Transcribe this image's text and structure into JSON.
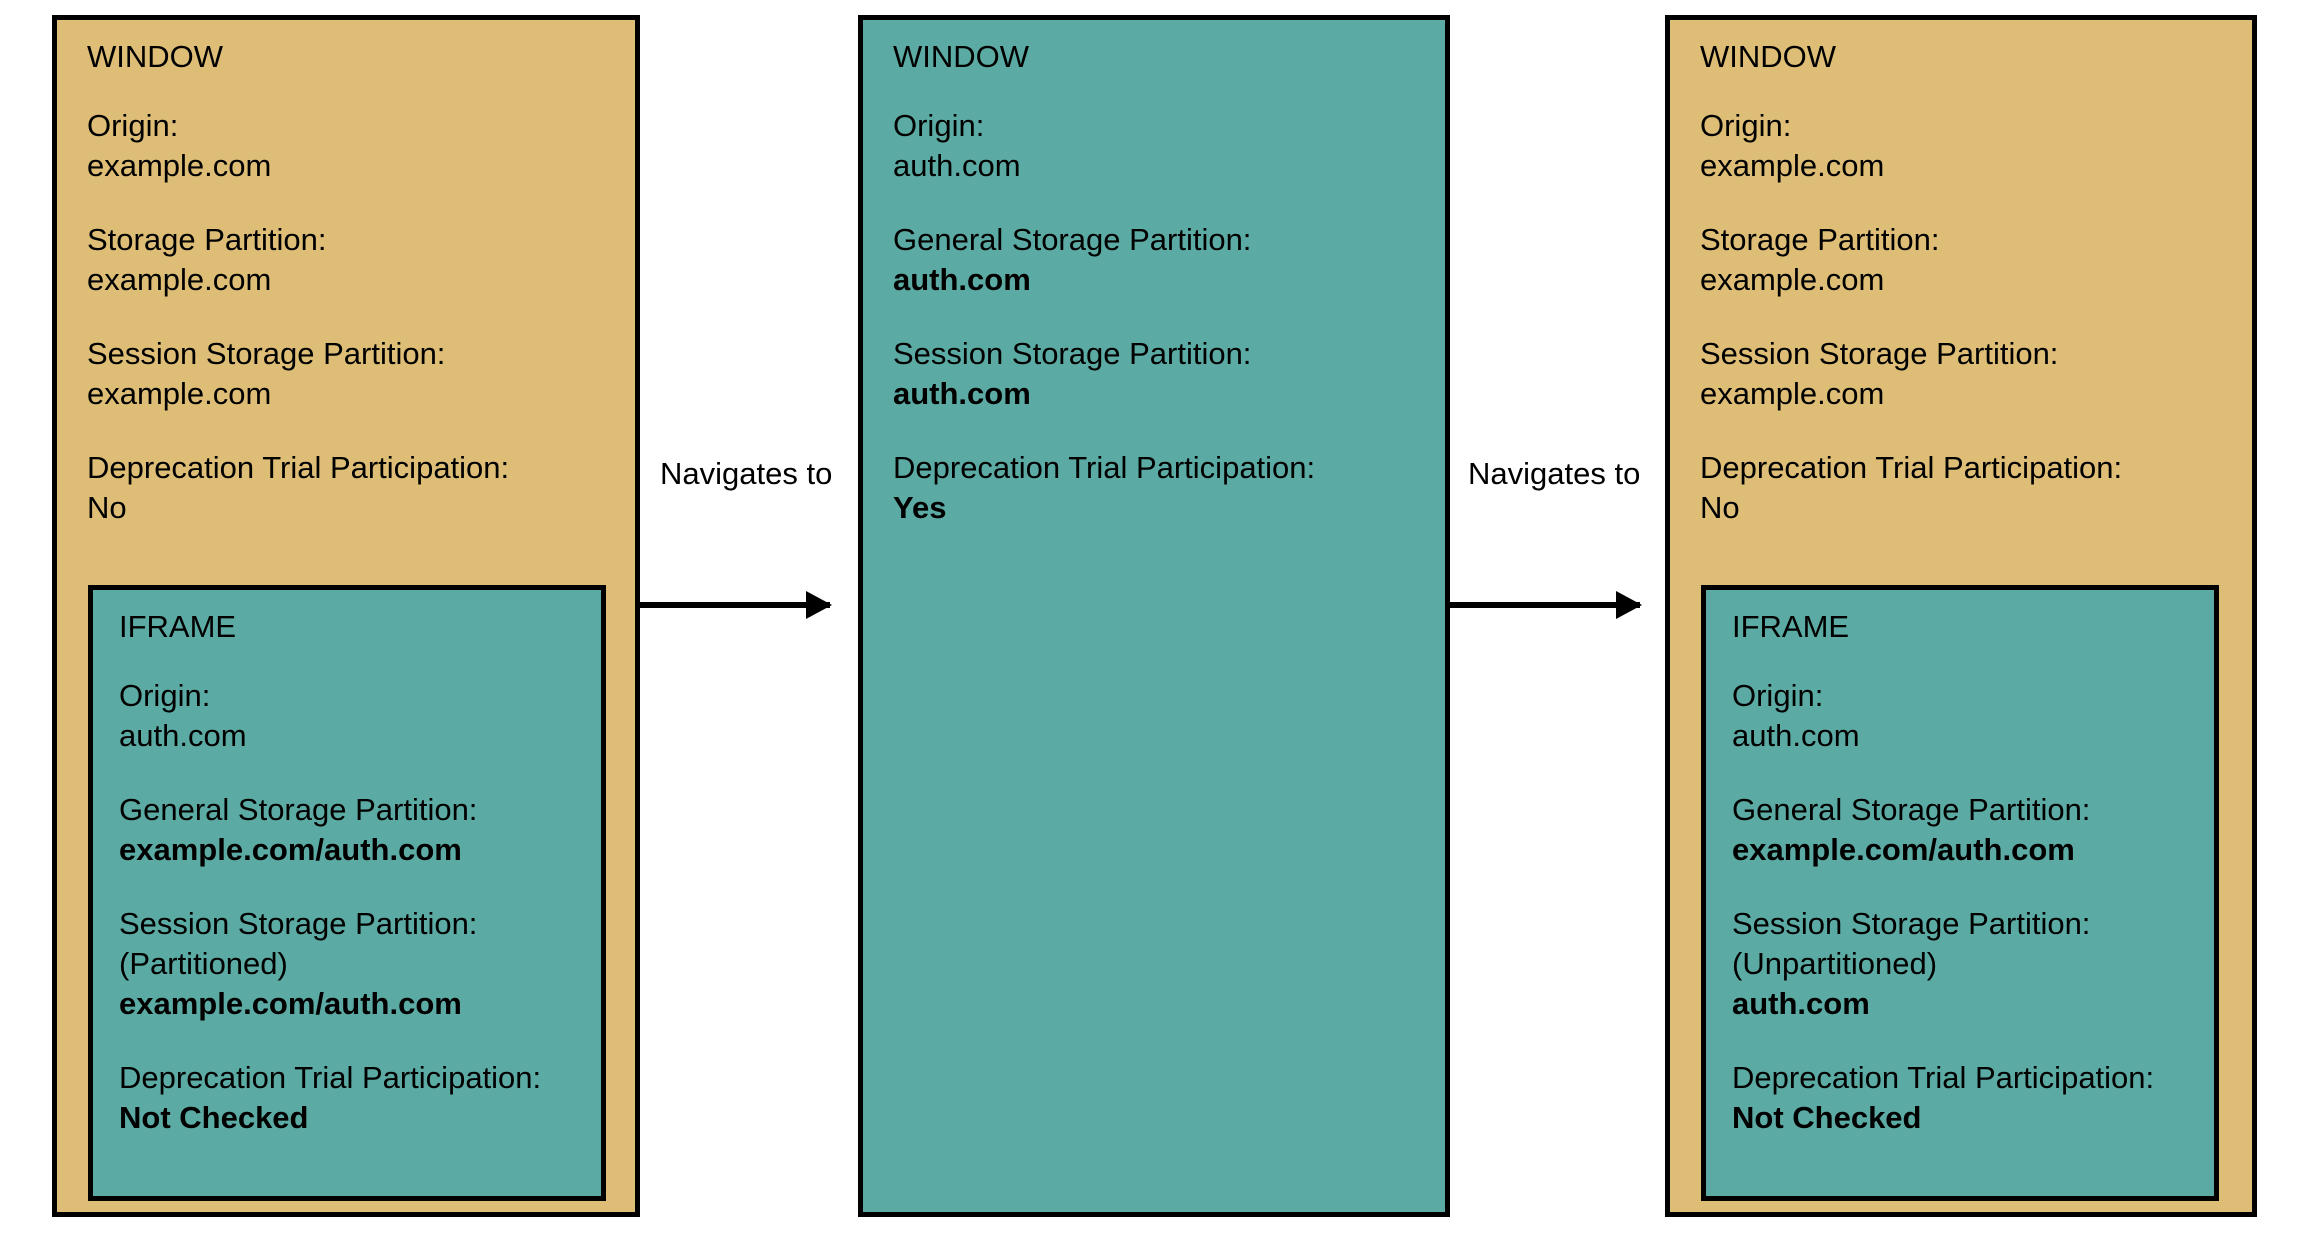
{
  "diagram": {
    "colors": {
      "window_fill": "#debe76",
      "iframe_fill": "#5baaa3",
      "stroke": "#000000",
      "background": "#ffffff"
    },
    "panels": [
      {
        "id": "panel-1",
        "window": {
          "title": "WINDOW",
          "fields": [
            {
              "label": "Origin:",
              "value": "example.com",
              "bold": false
            },
            {
              "label": "Storage Partition:",
              "value": "example.com",
              "bold": false
            },
            {
              "label": "Session Storage Partition:",
              "value": "example.com",
              "bold": false
            },
            {
              "label": "Deprecation Trial Participation:",
              "value": "No",
              "bold": false
            }
          ]
        },
        "iframe": {
          "title": "IFRAME",
          "fields": [
            {
              "label": "Origin:",
              "value": "auth.com",
              "bold": false
            },
            {
              "label": "General Storage Partition:",
              "value": "example.com/auth.com",
              "bold": true
            },
            {
              "label": "Session Storage Partition:",
              "sub": "(Partitioned)",
              "value": "example.com/auth.com",
              "bold": true
            },
            {
              "label": "Deprecation Trial Participation:",
              "value": "Not Checked",
              "bold": true
            }
          ]
        }
      },
      {
        "id": "panel-2",
        "window": {
          "title": "WINDOW",
          "fields": [
            {
              "label": "Origin:",
              "value": "auth.com",
              "bold": false
            },
            {
              "label": "General Storage Partition:",
              "value": "auth.com",
              "bold": true
            },
            {
              "label": "Session Storage Partition:",
              "value": "auth.com",
              "bold": true
            },
            {
              "label": "Deprecation Trial Participation:",
              "value": "Yes",
              "bold": true
            }
          ]
        }
      },
      {
        "id": "panel-3",
        "window": {
          "title": "WINDOW",
          "fields": [
            {
              "label": "Origin:",
              "value": "example.com",
              "bold": false
            },
            {
              "label": "Storage Partition:",
              "value": "example.com",
              "bold": false
            },
            {
              "label": "Session Storage Partition:",
              "value": "example.com",
              "bold": false
            },
            {
              "label": "Deprecation Trial Participation:",
              "value": "No",
              "bold": false
            }
          ]
        },
        "iframe": {
          "title": "IFRAME",
          "fields": [
            {
              "label": "Origin:",
              "value": "auth.com",
              "bold": false
            },
            {
              "label": "General Storage Partition:",
              "value": "example.com/auth.com",
              "bold": true
            },
            {
              "label": "Session Storage Partition:",
              "sub": "(Unpartitioned)",
              "value": "auth.com",
              "bold": true
            },
            {
              "label": "Deprecation Trial Participation:",
              "value": "Not Checked",
              "bold": true
            }
          ]
        }
      }
    ],
    "arrows": [
      {
        "label": "Navigates to"
      },
      {
        "label": "Navigates to"
      }
    ]
  }
}
